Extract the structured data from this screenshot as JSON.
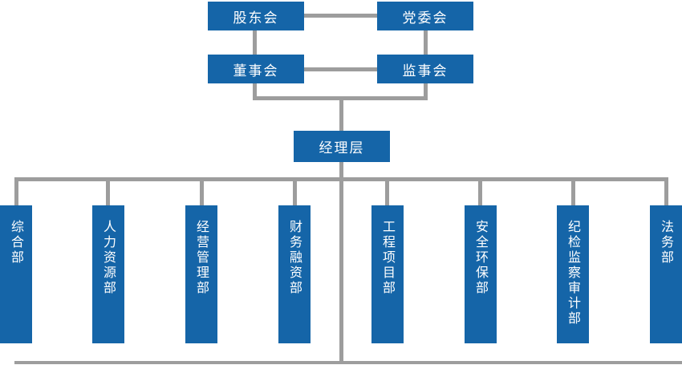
{
  "chart_type": "org-chart",
  "colors": {
    "node_blue": "#1565a8",
    "line_gray": "#9d9d9d",
    "text_white": "#ffffff"
  },
  "nodes": {
    "shareholders": "股东会",
    "party_committee": "党委会",
    "board_of_directors": "董事会",
    "supervisory_board": "监事会",
    "management": "经理层"
  },
  "departments": [
    {
      "label": "综合部"
    },
    {
      "label": "人力资源部"
    },
    {
      "label": "经营管理部"
    },
    {
      "label": "财务融资部"
    },
    {
      "label": "工程项目部"
    },
    {
      "label": "安全环保部"
    },
    {
      "label": "纪检监察审计部"
    },
    {
      "label": "法务部"
    }
  ]
}
